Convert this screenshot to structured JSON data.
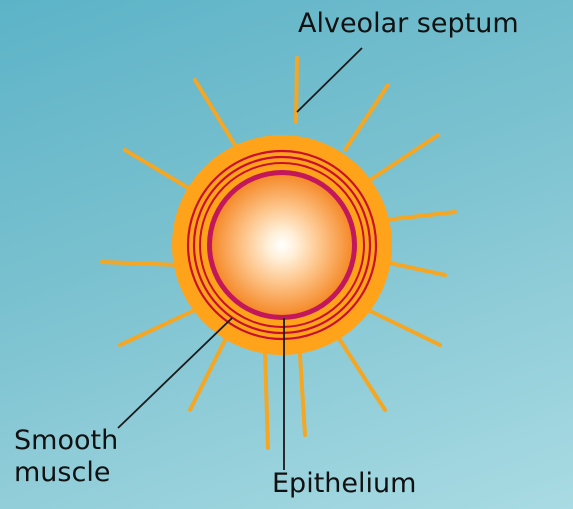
{
  "labels": {
    "alveolar_septum": "Alveolar septum",
    "smooth_muscle_line1": "Smooth",
    "smooth_muscle_line2": "muscle",
    "epithelium": "Epithelium"
  },
  "colors": {
    "background_top": "#5cb3c7",
    "background_bottom": "#a9dbe3",
    "septum_spokes": "#f5a623",
    "outer_ring": "#ffa31a",
    "muscle_rings": "#c8102e",
    "epithelium_ring": "#c2185b",
    "lumen_center": "#ffffff",
    "lumen_edge": "#f58a2a",
    "leader_lines": "#1a1a1a"
  }
}
